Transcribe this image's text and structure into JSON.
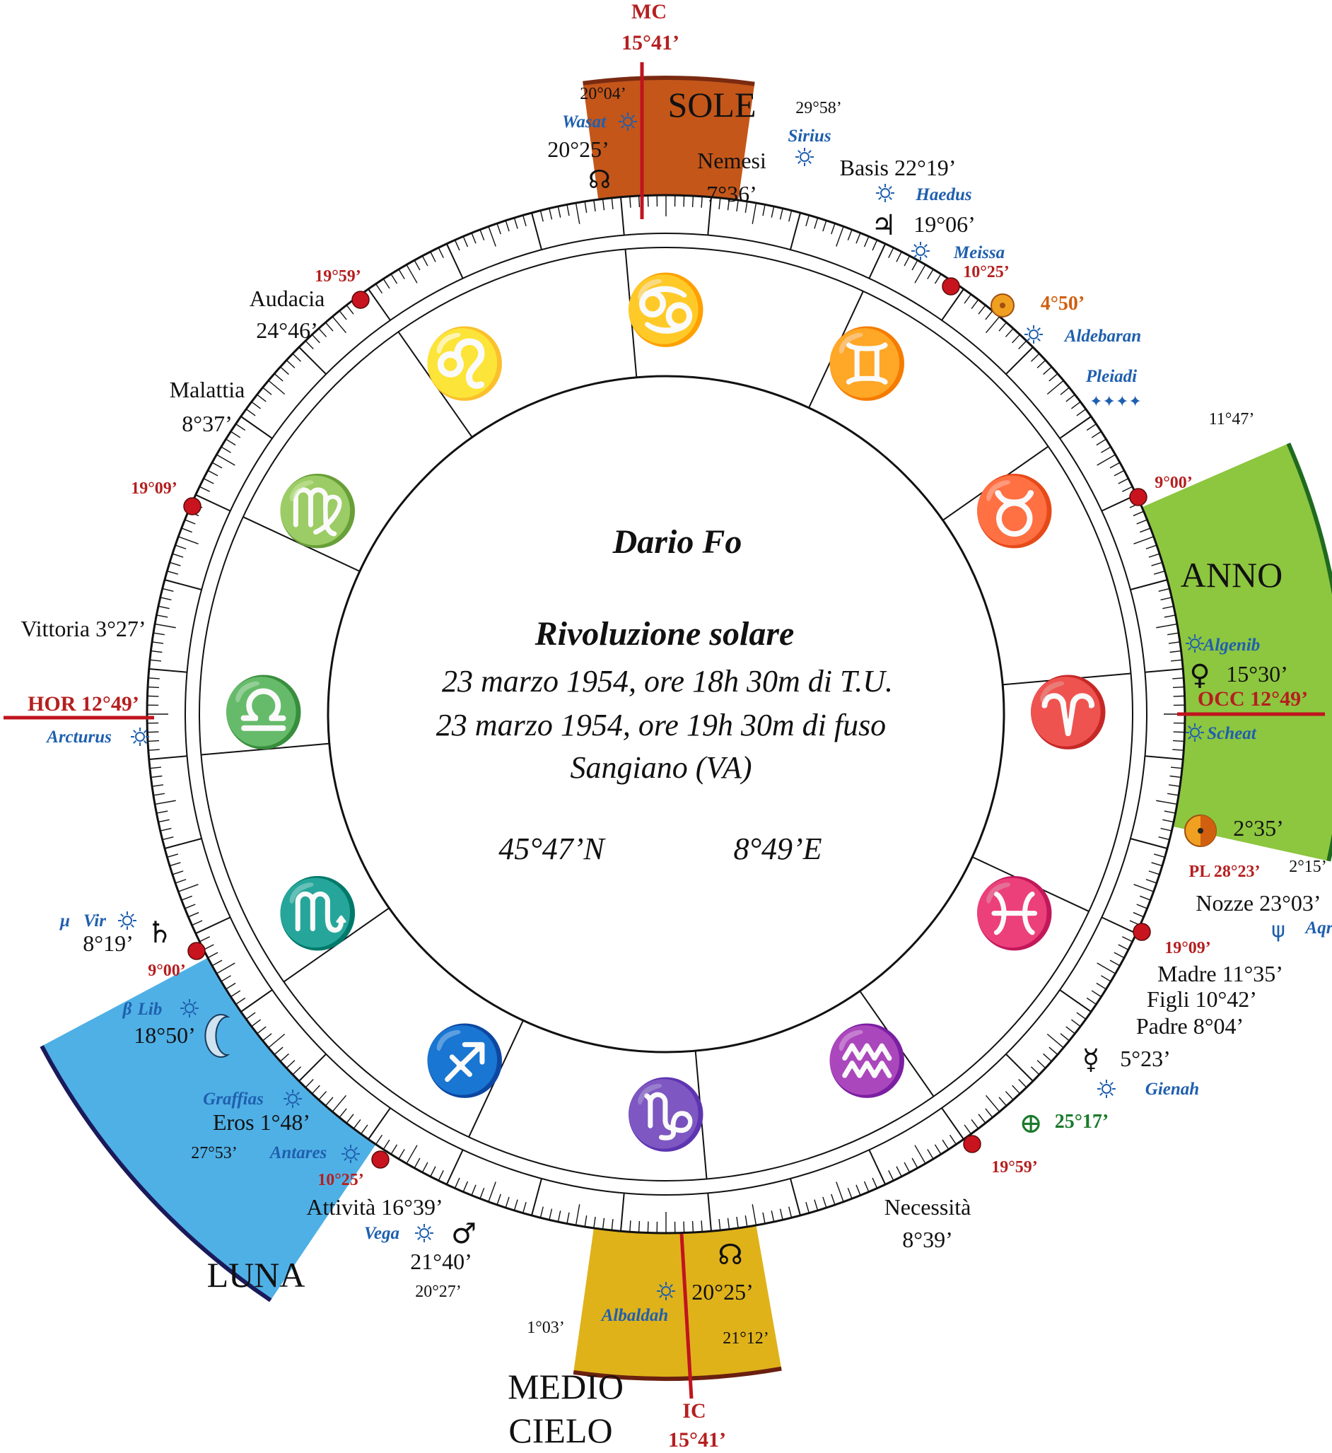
{
  "center": {
    "name": "Dario Fo",
    "title": "Rivoluzione solare",
    "line1": "23 marzo 1954, ore 18h 30m di T.U.",
    "line2": "23 marzo 1954, ore 19h 30m di fuso",
    "place": "Sangiano (VA)",
    "lat": "45°47’N",
    "lon": "8°49’E"
  },
  "axes": {
    "mc": "MC",
    "mc_deg": "15°41’",
    "ic": "IC",
    "ic_deg": "15°41’",
    "hor": "HOR 12°49’",
    "occ": "OCC 12°49’"
  },
  "sectors": {
    "sole": {
      "label": "SOLE",
      "left": "20°04’",
      "right": "29°58’",
      "color": "#c4561a"
    },
    "anno": {
      "label": "ANNO",
      "top": "11°47’",
      "bottom": "2°15’",
      "color": "#8dc63f"
    },
    "medio": {
      "label1": "MEDIO",
      "label2": "CIELO",
      "left": "1°03’",
      "right": "21°12’",
      "color": "#e0b21a"
    },
    "luna": {
      "label": "LUNA",
      "left": "27°53’",
      "right": "20°27’",
      "color": "#4fb0e6"
    }
  },
  "signs": [
    {
      "name": "cancer-icon",
      "glyph": "♋"
    },
    {
      "name": "gemini-icon",
      "glyph": "♊"
    },
    {
      "name": "taurus-icon",
      "glyph": "♉"
    },
    {
      "name": "aries-icon",
      "glyph": "♈"
    },
    {
      "name": "pisces-icon",
      "glyph": "♓"
    },
    {
      "name": "aquarius-icon",
      "glyph": "♒"
    },
    {
      "name": "capricorn-icon",
      "glyph": "♑"
    },
    {
      "name": "sagittarius-icon",
      "glyph": "♐"
    },
    {
      "name": "scorpio-icon",
      "glyph": "♏"
    },
    {
      "name": "libra-icon",
      "glyph": "♎"
    },
    {
      "name": "virgo-icon",
      "glyph": "♍"
    },
    {
      "name": "leo-icon",
      "glyph": "♌"
    }
  ],
  "points": {
    "wasat": "Wasat",
    "node_deg": "20°25’",
    "nemesi": "Nemesi",
    "nemesi_deg": "7°36’",
    "sirius": "Sirius",
    "basis": "Basis 22°19’",
    "haedus": "Haedus",
    "jupiter_deg": "19°06’",
    "meissa": "Meissa",
    "red_1025": "10°25’",
    "sun_deg": "4°50’",
    "aldebaran": "Aldebaran",
    "pleiadi": "Pleiadi",
    "red_900": "9°00’",
    "algenib": "Algenib",
    "venus_deg": "15°30’",
    "scheat": "Scheat",
    "sun2_deg": "2°35’",
    "pl": "PL 28°23’",
    "nozze": "Nozze 23°03’",
    "neptune_star": "Aqr",
    "red_1909": "19°09’",
    "madre": "Madre 11°35’",
    "figli": "Figli 10°42’",
    "padre": "Padre 8°04’",
    "mercury_deg": "5°23’",
    "gienah": "Gienah",
    "earth_deg": "25°17’",
    "red_1959": "19°59’",
    "necessita": "Necessità",
    "necessita_deg": "8°39’",
    "node2_deg": "20°25’",
    "albaldah": "Albaldah",
    "attivita": "Attività 16°39’",
    "vega": "Vega",
    "mars_deg": "21°40’",
    "graffias": "Graffias",
    "eros": "Eros 1°48’",
    "antares": "Antares",
    "red_1025b": "10°25’",
    "blib": "Lib",
    "beta": "β",
    "moon_deg": "18°50’",
    "mu": "μ",
    "vir": "Vir",
    "saturn_deg": "8°19’",
    "red_900b": "9°00’",
    "arcturus": "Arcturus",
    "vittoria": "Vittoria 3°27’",
    "red_1909b": "19°09’",
    "malattia": "Malattia",
    "malattia_deg": "8°37’",
    "audacia": "Audacia",
    "audacia_deg": "24°46’",
    "red_1959b": "19°59’"
  }
}
